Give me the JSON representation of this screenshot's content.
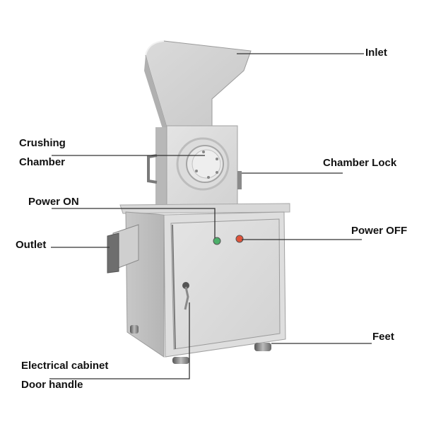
{
  "diagram": {
    "subject": "Crusher machine",
    "labels": {
      "inlet": "Inlet",
      "crushing_chamber_line1": "Crushing",
      "crushing_chamber_line2": "Chamber",
      "chamber_lock": "Chamber Lock",
      "power_on": "Power ON",
      "power_off": "Power OFF",
      "outlet": "Outlet",
      "feet": "Feet",
      "electrical_cabinet": "Electrical cabinet",
      "door_handle": "Door handle"
    },
    "colors": {
      "steel_light": "#e2e2e2",
      "steel_mid": "#cfcfcf",
      "steel_dark": "#a9a9a9",
      "leader_line": "#333333",
      "power_on_button": "#4caf6a",
      "power_off_button": "#e0533a"
    }
  }
}
